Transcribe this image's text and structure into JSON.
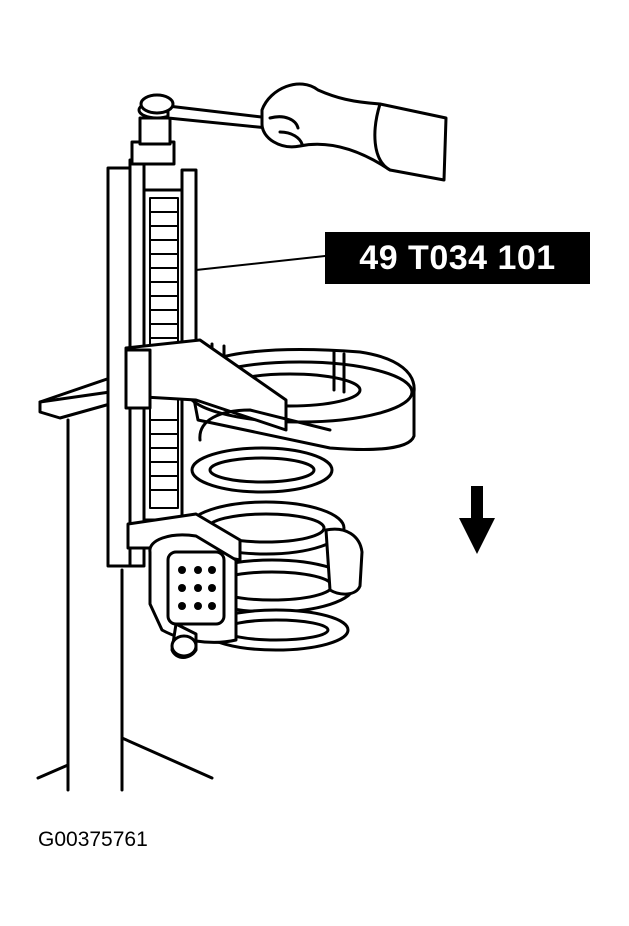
{
  "callout": {
    "label": "49 T034 101"
  },
  "figure": {
    "id": "G00375761"
  },
  "arrow": {
    "direction": "down"
  },
  "colors": {
    "ink": "#000000",
    "paper": "#ffffff"
  }
}
